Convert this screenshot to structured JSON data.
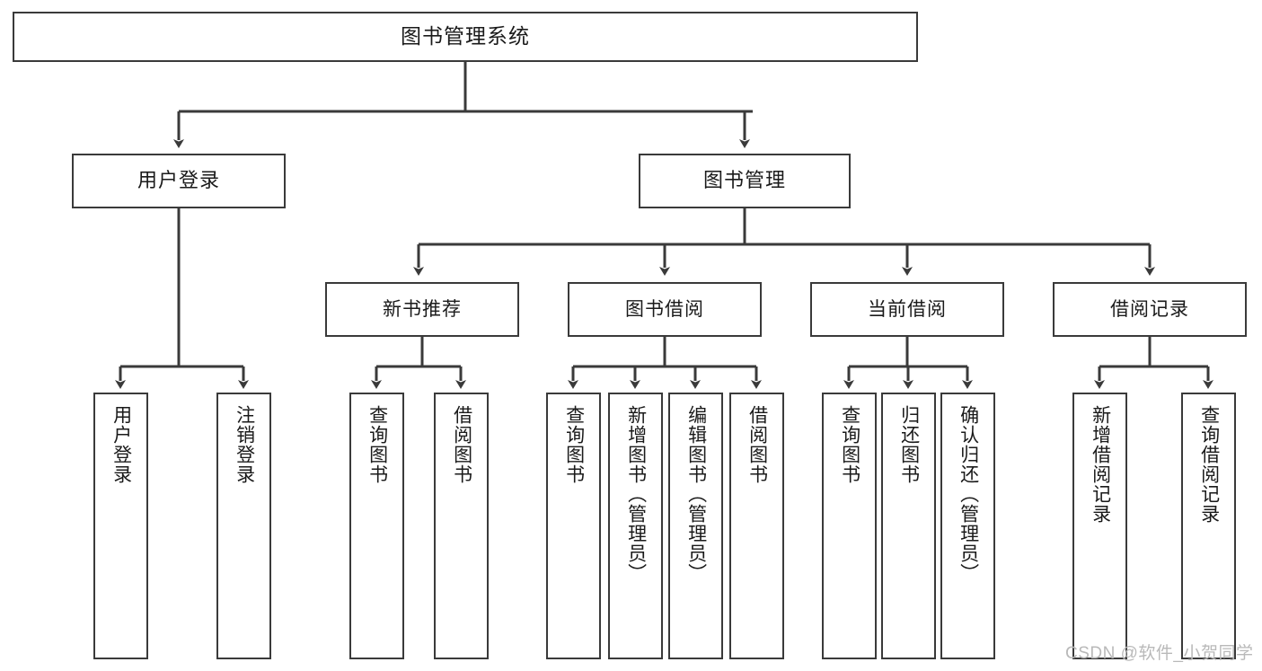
{
  "diagram": {
    "type": "hierarchy-tree",
    "title": "图书管理系统",
    "line_color": "#3a3a3a",
    "box_fill": "#ffffff",
    "text_color": "#1a1a1a",
    "nodes": {
      "root": {
        "label": "图书管理系统",
        "level": 1
      },
      "user_login": {
        "label": "用户登录",
        "level": 2
      },
      "book_manage": {
        "label": "图书管理",
        "level": 2
      },
      "new_book_rec": {
        "label": "新书推荐",
        "level": 3
      },
      "book_borrow": {
        "label": "图书借阅",
        "level": 3
      },
      "current_borrow": {
        "label": "当前借阅",
        "level": 3
      },
      "borrow_record": {
        "label": "借阅记录",
        "level": 3
      },
      "leaf_user_login": {
        "label": "用户登录",
        "level": 4
      },
      "leaf_logout": {
        "label": "注销登录",
        "level": 4
      },
      "leaf_query_book_1": {
        "label": "查询图书",
        "level": 4
      },
      "leaf_borrow_book_1": {
        "label": "借阅图书",
        "level": 4
      },
      "leaf_query_book_2": {
        "label": "查询图书",
        "level": 4
      },
      "leaf_add_book": {
        "label": "新增图书（管理员）",
        "level": 4
      },
      "leaf_edit_book": {
        "label": "编辑图书（管理员）",
        "level": 4
      },
      "leaf_borrow_book_2": {
        "label": "借阅图书",
        "level": 4
      },
      "leaf_query_book_3": {
        "label": "查询图书",
        "level": 4
      },
      "leaf_return_book": {
        "label": "归还图书",
        "level": 4
      },
      "leaf_confirm_return": {
        "label": "确认归还（管理员）",
        "level": 4
      },
      "leaf_add_record": {
        "label": "新增借阅记录",
        "level": 4
      },
      "leaf_query_record": {
        "label": "查询借阅记录",
        "level": 4
      }
    }
  },
  "watermark": {
    "text": "CSDN @软件_小贺同学"
  }
}
